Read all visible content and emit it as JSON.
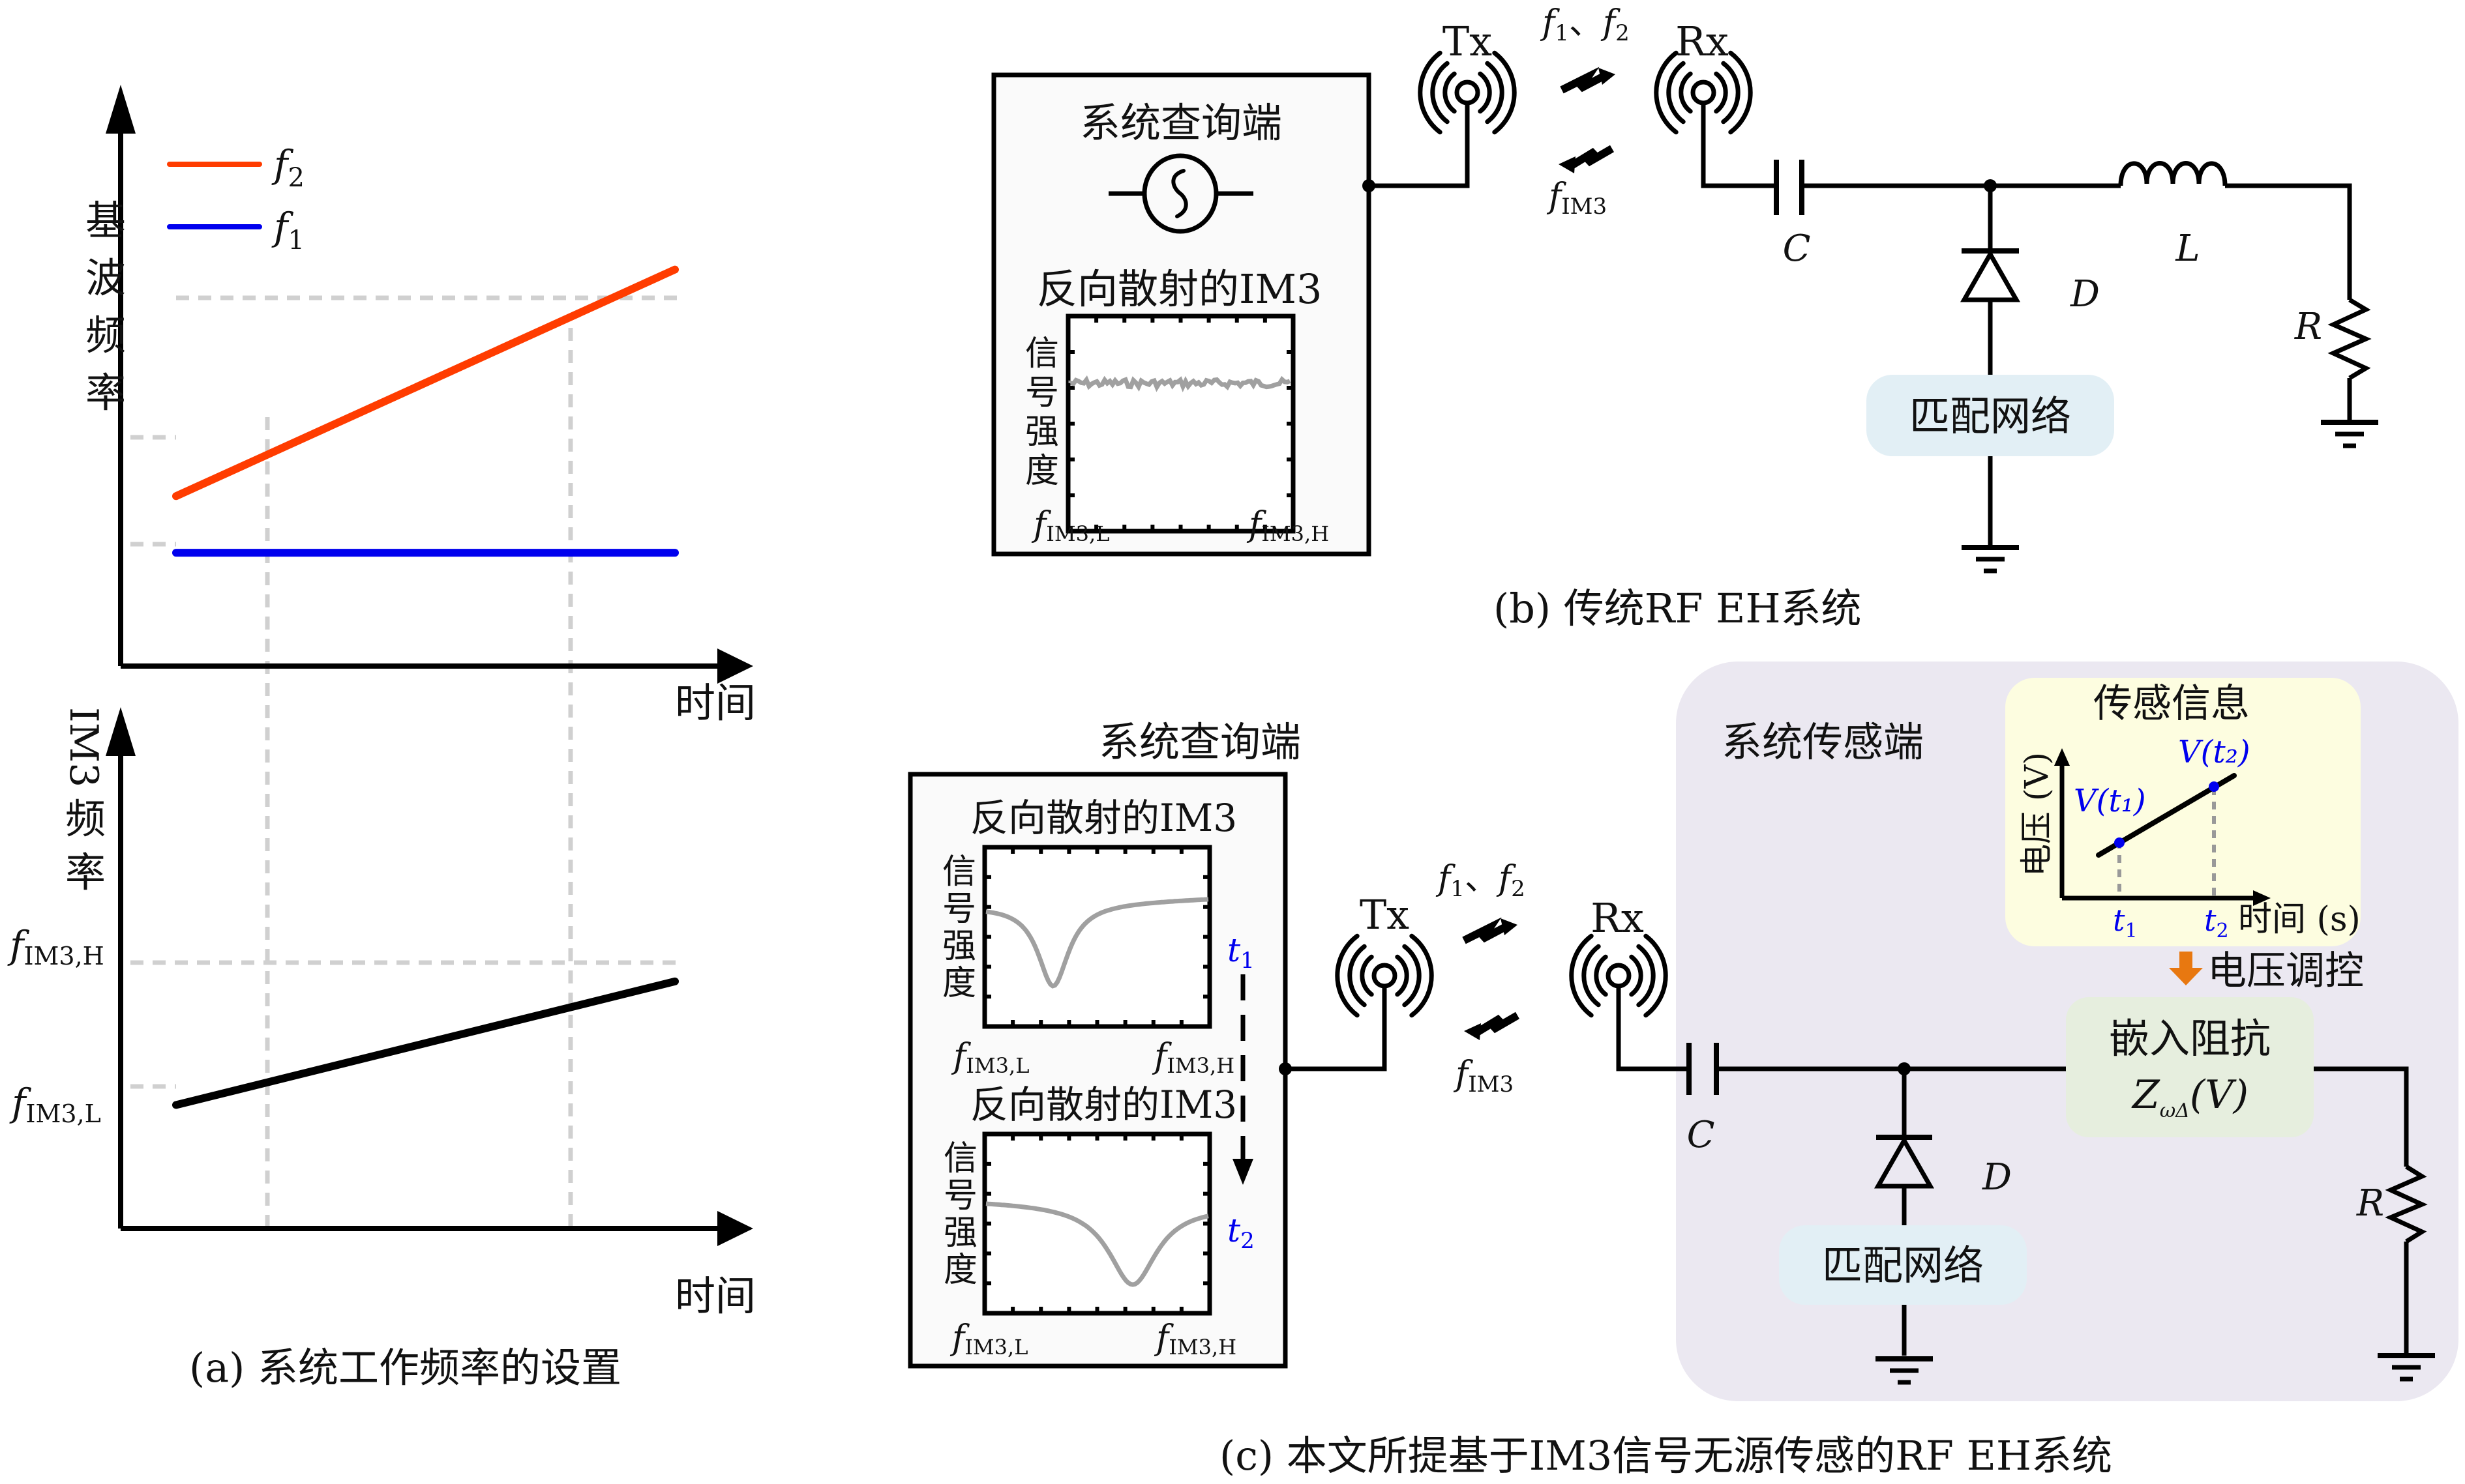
{
  "panel_a": {
    "top_chart": {
      "ylabel_chars": [
        "基",
        "波",
        "频",
        "率"
      ],
      "xlabel": "时间",
      "legend": [
        {
          "symbol": "f",
          "sub": "2",
          "color": "#ff3c00"
        },
        {
          "symbol": "f",
          "sub": "1",
          "color": "#0000ee"
        }
      ]
    },
    "bottom_chart": {
      "ylabel_top": "IM3",
      "ylabel_chars": [
        "频",
        "率"
      ],
      "xlabel": "时间",
      "tick_high": {
        "symbol": "f",
        "sub": "IM3,H"
      },
      "tick_low": {
        "symbol": "f",
        "sub": "IM3,L"
      },
      "line_color": "#000000"
    },
    "caption": "(a) 系统工作频率的设置"
  },
  "chart_data": [
    {
      "type": "line",
      "title": "",
      "xlabel": "时间",
      "ylabel": "基波频率",
      "x": [
        0,
        1
      ],
      "series": [
        {
          "name": "f2",
          "values": [
            0.42,
            0.98
          ],
          "color": "#ff3c00"
        },
        {
          "name": "f1",
          "values": [
            0.28,
            0.28
          ],
          "color": "#0000ee"
        }
      ],
      "markers_x": [
        0.18,
        0.79
      ],
      "ylim": [
        0,
        1.2
      ],
      "legend": "top-left",
      "grid": false
    },
    {
      "type": "line",
      "title": "",
      "xlabel": "时间",
      "ylabel": "IM3频率",
      "x": [
        0,
        1
      ],
      "series": [
        {
          "name": "fIM3",
          "values": [
            0.35,
            0.7
          ],
          "color": "#000000"
        }
      ],
      "ytick_labels": [
        "fIM3,L",
        "fIM3,H"
      ],
      "ylim": [
        0,
        1.2
      ],
      "grid": false
    }
  ],
  "panel_b": {
    "interrogator_title": "系统查询端",
    "plot_title": "反向散射的IM3",
    "plot_ylabel_chars": [
      "信",
      "号",
      "强",
      "度"
    ],
    "plot_x_low": {
      "symbol": "f",
      "sub": "IM3,L"
    },
    "plot_x_high": {
      "symbol": "f",
      "sub": "IM3,H"
    },
    "tx_label": "Tx",
    "rx_label": "Rx",
    "forward_label": {
      "f1": "1",
      "sep": "、",
      "f2": "2"
    },
    "backward_label": {
      "symbol": "f",
      "sub": "IM3"
    },
    "C_label": "C",
    "D_label": "D",
    "L_label": "L",
    "R_label": "R",
    "matching_label": "匹配网络",
    "caption": "(b) 传统RF EH系统"
  },
  "panel_c": {
    "interrogator_title": "系统查询端",
    "plot1_title": "反向散射的IM3",
    "plot2_title": "反向散射的IM3",
    "plot_ylabel_chars": [
      "信",
      "号",
      "强",
      "度"
    ],
    "plot_x_low": {
      "symbol": "f",
      "sub": "IM3,L"
    },
    "plot_x_high": {
      "symbol": "f",
      "sub": "IM3,H"
    },
    "t1": {
      "symbol": "t",
      "sub": "1"
    },
    "t2": {
      "symbol": "t",
      "sub": "2"
    },
    "tx_label": "Tx",
    "rx_label": "Rx",
    "forward_label": {
      "f1": "1",
      "sep": "、",
      "f2": "2"
    },
    "backward_label": {
      "symbol": "f",
      "sub": "IM3"
    },
    "sensor_title": "系统传感端",
    "sensing_info_title": "传感信息",
    "sensing_ylabel": "电压 (V)",
    "sensing_xlabel": "时间 (s)",
    "V_t1": "V(t₁)",
    "V_t2": "V(t₂)",
    "voltage_control": "电压调控",
    "impedance_title": "嵌入阻抗",
    "impedance_expr": {
      "Z": "Z",
      "sub": "ωΔ",
      "arg": "(V)"
    },
    "C_label": "C",
    "D_label": "D",
    "R_label": "R",
    "matching_label": "匹配网络",
    "caption": "(c) 本文所提基于IM3信号无源传感的RF EH系统",
    "colors": {
      "sensor_bg": "#ebe8f1",
      "info_bg": "#fdfde0",
      "impedance_bg": "#e6eede",
      "matching_bg": "#e2eff5",
      "arrow_orange": "#e87810",
      "accent_blue": "#0000ee"
    }
  }
}
